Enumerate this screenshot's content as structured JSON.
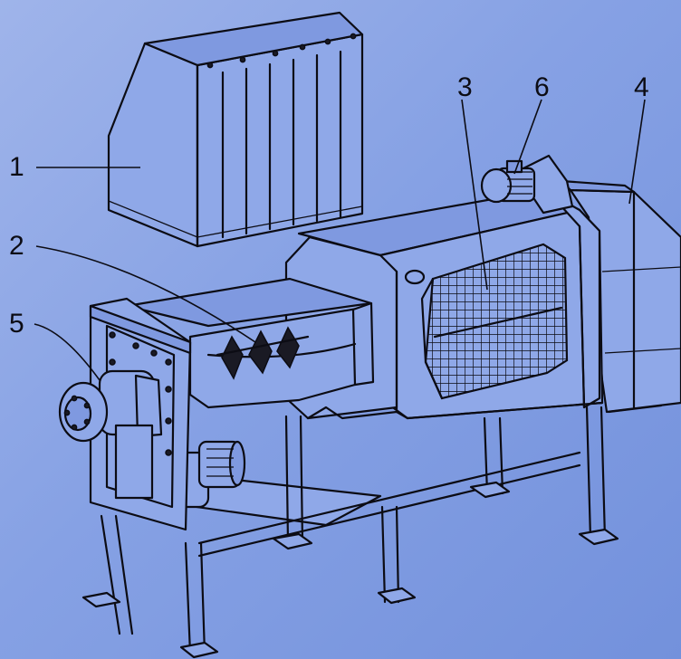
{
  "callouts": [
    {
      "id": "1",
      "text": "1"
    },
    {
      "id": "2",
      "text": "2"
    },
    {
      "id": "3",
      "text": "3"
    },
    {
      "id": "4",
      "text": "4"
    },
    {
      "id": "5",
      "text": "5"
    },
    {
      "id": "6",
      "text": "6"
    }
  ],
  "colors": {
    "background": "#86a1e4",
    "line": "#0c0c14"
  }
}
